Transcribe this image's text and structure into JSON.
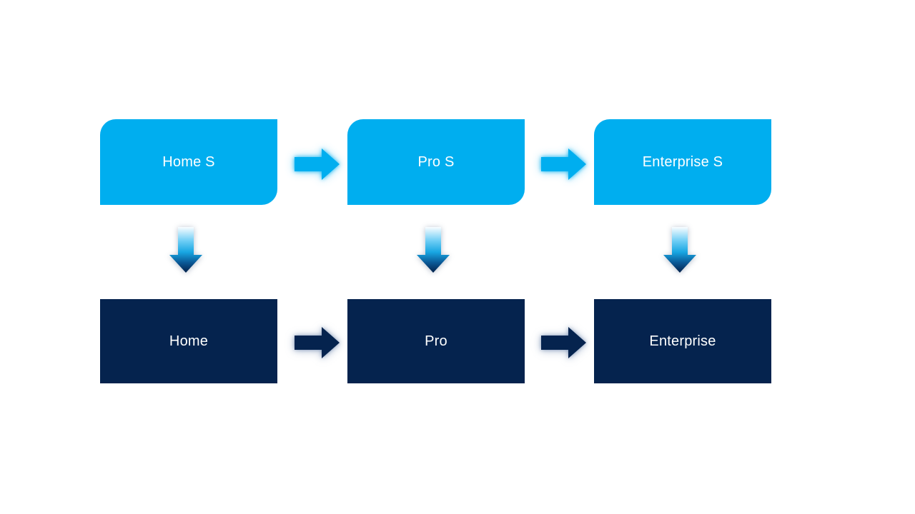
{
  "diagram": {
    "columns": [
      {
        "top_label": "Home S",
        "bottom_label": "Home"
      },
      {
        "top_label": "Pro S",
        "bottom_label": "Pro"
      },
      {
        "top_label": "Enterprise S",
        "bottom_label": "Enterprise"
      }
    ],
    "colors": {
      "canvas_bg": "#FFFFFF",
      "light_blue": "#00AEEF",
      "dark_navy": "#05234E",
      "label_text": "#FFFFFF"
    },
    "down_arrow_gradient": [
      "#FAFDFF",
      "#6FCEF5",
      "#18A6E2",
      "#0A5896",
      "#03204A"
    ],
    "icons": {
      "top_connector": "right-arrow-icon",
      "bottom_connector": "right-arrow-icon",
      "vertical_connector": "down-arrow-icon"
    }
  }
}
